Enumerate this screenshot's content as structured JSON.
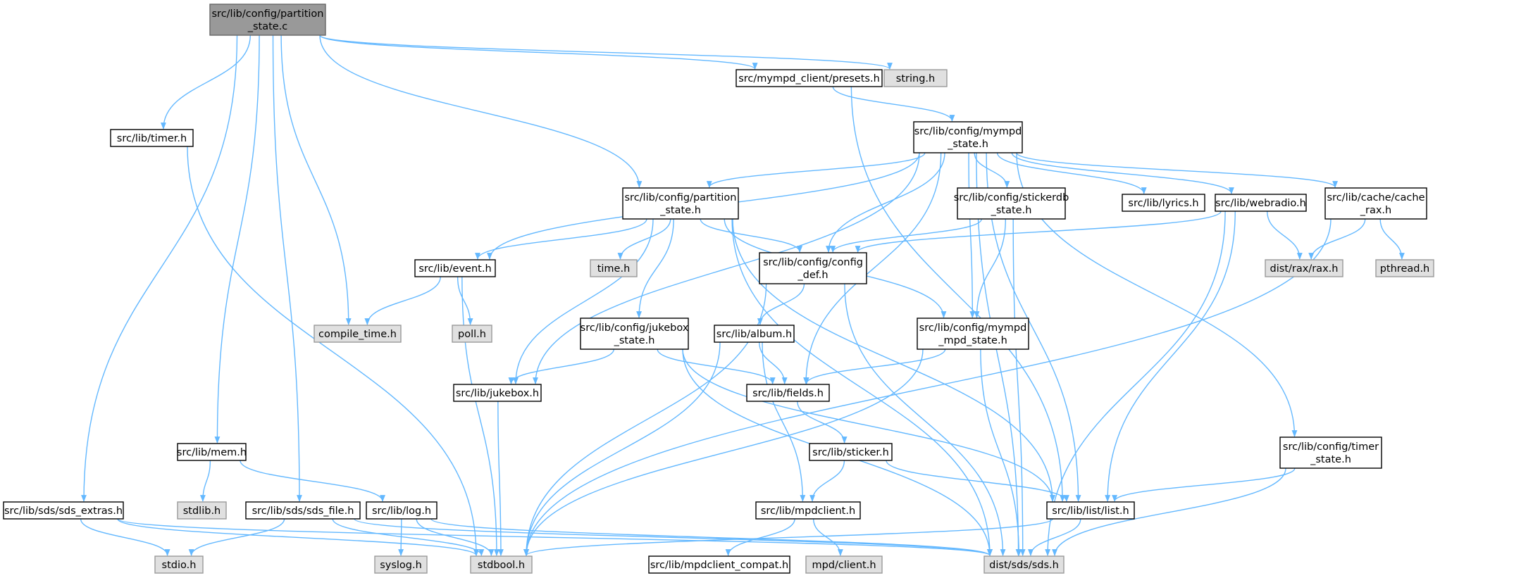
{
  "colors": {
    "edge": "#63b8ff",
    "root_fill": "#999999",
    "root_border": "#666666",
    "file_fill": "#ffffff",
    "file_border": "#000000",
    "system_fill": "#e0e0e0",
    "system_border": "#999999"
  },
  "nodes": [
    {
      "id": "root",
      "lines": [
        "src/lib/config/partition",
        "_state.c"
      ],
      "kind": "root"
    },
    {
      "id": "string",
      "lines": [
        "string.h"
      ],
      "kind": "system"
    },
    {
      "id": "presets",
      "lines": [
        "src/mympd_client/presets.h"
      ],
      "kind": "file"
    },
    {
      "id": "timer",
      "lines": [
        "src/lib/timer.h"
      ],
      "kind": "file"
    },
    {
      "id": "mympd_state",
      "lines": [
        "src/lib/config/mympd",
        "_state.h"
      ],
      "kind": "file"
    },
    {
      "id": "partition_state",
      "lines": [
        "src/lib/config/partition",
        "_state.h"
      ],
      "kind": "file"
    },
    {
      "id": "stickerdb_state",
      "lines": [
        "src/lib/config/stickerdb",
        "_state.h"
      ],
      "kind": "file"
    },
    {
      "id": "lyrics",
      "lines": [
        "src/lib/lyrics.h"
      ],
      "kind": "file"
    },
    {
      "id": "webradio",
      "lines": [
        "src/lib/webradio.h"
      ],
      "kind": "file"
    },
    {
      "id": "cache_rax",
      "lines": [
        "src/lib/cache/cache",
        "_rax.h"
      ],
      "kind": "file"
    },
    {
      "id": "event",
      "lines": [
        "src/lib/event.h"
      ],
      "kind": "file"
    },
    {
      "id": "time",
      "lines": [
        "time.h"
      ],
      "kind": "system"
    },
    {
      "id": "config_def",
      "lines": [
        "src/lib/config/config",
        "_def.h"
      ],
      "kind": "file"
    },
    {
      "id": "rax",
      "lines": [
        "dist/rax/rax.h"
      ],
      "kind": "system"
    },
    {
      "id": "pthread",
      "lines": [
        "pthread.h"
      ],
      "kind": "system"
    },
    {
      "id": "compile_time",
      "lines": [
        "compile_time.h"
      ],
      "kind": "system"
    },
    {
      "id": "poll",
      "lines": [
        "poll.h"
      ],
      "kind": "system"
    },
    {
      "id": "jukebox_state",
      "lines": [
        "src/lib/config/jukebox",
        "_state.h"
      ],
      "kind": "file"
    },
    {
      "id": "album",
      "lines": [
        "src/lib/album.h"
      ],
      "kind": "file"
    },
    {
      "id": "mpd_state",
      "lines": [
        "src/lib/config/mympd",
        "_mpd_state.h"
      ],
      "kind": "file"
    },
    {
      "id": "jukebox",
      "lines": [
        "src/lib/jukebox.h"
      ],
      "kind": "file"
    },
    {
      "id": "fields",
      "lines": [
        "src/lib/fields.h"
      ],
      "kind": "file"
    },
    {
      "id": "mem",
      "lines": [
        "src/lib/mem.h"
      ],
      "kind": "file"
    },
    {
      "id": "sticker",
      "lines": [
        "src/lib/sticker.h"
      ],
      "kind": "file"
    },
    {
      "id": "timer_state",
      "lines": [
        "src/lib/config/timer",
        "_state.h"
      ],
      "kind": "file"
    },
    {
      "id": "stdlib",
      "lines": [
        "stdlib.h"
      ],
      "kind": "system"
    },
    {
      "id": "sds_extras",
      "lines": [
        "src/lib/sds/sds_extras.h"
      ],
      "kind": "file"
    },
    {
      "id": "sds_file",
      "lines": [
        "src/lib/sds/sds_file.h"
      ],
      "kind": "file"
    },
    {
      "id": "log",
      "lines": [
        "src/lib/log.h"
      ],
      "kind": "file"
    },
    {
      "id": "mpdclient",
      "lines": [
        "src/lib/mpdclient.h"
      ],
      "kind": "file"
    },
    {
      "id": "list",
      "lines": [
        "src/lib/list/list.h"
      ],
      "kind": "file"
    },
    {
      "id": "stdio",
      "lines": [
        "stdio.h"
      ],
      "kind": "system"
    },
    {
      "id": "syslog",
      "lines": [
        "syslog.h"
      ],
      "kind": "system"
    },
    {
      "id": "stdbool",
      "lines": [
        "stdbool.h"
      ],
      "kind": "system"
    },
    {
      "id": "mpdclient_compat",
      "lines": [
        "src/lib/mpdclient_compat.h"
      ],
      "kind": "file"
    },
    {
      "id": "mpd_client",
      "lines": [
        "mpd/client.h"
      ],
      "kind": "system"
    },
    {
      "id": "sds",
      "lines": [
        "dist/sds/sds.h"
      ],
      "kind": "system"
    }
  ],
  "edges": [
    [
      "root",
      "string"
    ],
    [
      "root",
      "presets"
    ],
    [
      "root",
      "timer"
    ],
    [
      "root",
      "partition_state"
    ],
    [
      "root",
      "compile_time"
    ],
    [
      "root",
      "mem"
    ],
    [
      "root",
      "sds_file"
    ],
    [
      "root",
      "sds_extras"
    ],
    [
      "presets",
      "mympd_state"
    ],
    [
      "presets",
      "list"
    ],
    [
      "timer",
      "stdbool"
    ],
    [
      "mympd_state",
      "partition_state"
    ],
    [
      "mympd_state",
      "stickerdb_state"
    ],
    [
      "mympd_state",
      "lyrics"
    ],
    [
      "mympd_state",
      "webradio"
    ],
    [
      "mympd_state",
      "cache_rax"
    ],
    [
      "mympd_state",
      "event"
    ],
    [
      "mympd_state",
      "config_def"
    ],
    [
      "mympd_state",
      "mpd_state"
    ],
    [
      "mympd_state",
      "fields"
    ],
    [
      "mympd_state",
      "list"
    ],
    [
      "mympd_state",
      "jukebox"
    ],
    [
      "mympd_state",
      "timer_state"
    ],
    [
      "mympd_state",
      "sds"
    ],
    [
      "partition_state",
      "event"
    ],
    [
      "partition_state",
      "time"
    ],
    [
      "partition_state",
      "config_def"
    ],
    [
      "partition_state",
      "jukebox_state"
    ],
    [
      "partition_state",
      "jukebox"
    ],
    [
      "partition_state",
      "mpd_state"
    ],
    [
      "partition_state",
      "list"
    ],
    [
      "partition_state",
      "sds"
    ],
    [
      "stickerdb_state",
      "config_def"
    ],
    [
      "stickerdb_state",
      "mpd_state"
    ],
    [
      "stickerdb_state",
      "sds"
    ],
    [
      "webradio",
      "config_def"
    ],
    [
      "webradio",
      "rax"
    ],
    [
      "webradio",
      "list"
    ],
    [
      "webradio",
      "sds"
    ],
    [
      "cache_rax",
      "rax"
    ],
    [
      "cache_rax",
      "pthread"
    ],
    [
      "cache_rax",
      "stdbool"
    ],
    [
      "event",
      "compile_time"
    ],
    [
      "event",
      "poll"
    ],
    [
      "event",
      "stdbool"
    ],
    [
      "config_def",
      "album"
    ],
    [
      "config_def",
      "stdbool"
    ],
    [
      "config_def",
      "sds"
    ],
    [
      "jukebox_state",
      "jukebox"
    ],
    [
      "jukebox_state",
      "fields"
    ],
    [
      "jukebox_state",
      "list"
    ],
    [
      "jukebox_state",
      "sds"
    ],
    [
      "album",
      "fields"
    ],
    [
      "album",
      "mpdclient"
    ],
    [
      "album",
      "stdbool"
    ],
    [
      "mpd_state",
      "fields"
    ],
    [
      "mpd_state",
      "stdbool"
    ],
    [
      "mpd_state",
      "sds"
    ],
    [
      "jukebox",
      "stdbool"
    ],
    [
      "fields",
      "sticker"
    ],
    [
      "mem",
      "stdlib"
    ],
    [
      "mem",
      "log"
    ],
    [
      "sticker",
      "mpdclient"
    ],
    [
      "sticker",
      "list"
    ],
    [
      "timer_state",
      "list"
    ],
    [
      "timer_state",
      "sds"
    ],
    [
      "sds_extras",
      "stdio"
    ],
    [
      "sds_extras",
      "stdbool"
    ],
    [
      "sds_extras",
      "sds"
    ],
    [
      "sds_file",
      "stdio"
    ],
    [
      "sds_file",
      "stdbool"
    ],
    [
      "sds_file",
      "sds"
    ],
    [
      "log",
      "syslog"
    ],
    [
      "log",
      "stdbool"
    ],
    [
      "log",
      "sds"
    ],
    [
      "mpdclient",
      "mpdclient_compat"
    ],
    [
      "mpdclient",
      "mpd_client"
    ],
    [
      "list",
      "stdbool"
    ],
    [
      "list",
      "sds"
    ]
  ]
}
